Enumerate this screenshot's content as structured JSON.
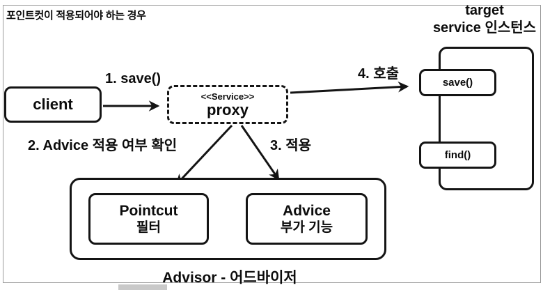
{
  "diagram": {
    "title": "포인트컷이 적용되어야 하는 경우",
    "target_label": {
      "line1": "target",
      "line2": "service 인스턴스"
    },
    "client": {
      "label": "client"
    },
    "proxy": {
      "stereotype": "<<Service>>",
      "name": "proxy"
    },
    "steps": {
      "step1": "1. save()",
      "step2": "2. Advice 적용 여부 확인",
      "step3": "3. 적용",
      "step4": "4. 호출"
    },
    "target_methods": {
      "save": "save()",
      "find": "find()"
    },
    "advisor": {
      "pointcut_title": "Pointcut",
      "pointcut_sub": "필터",
      "advice_title": "Advice",
      "advice_sub": "부가 기능",
      "caption": "Advisor - 어드바이저"
    },
    "colors": {
      "line": "#141414",
      "frame_border": "#9b9b9b",
      "background": "#ffffff",
      "handle": "#c9c9c9"
    }
  }
}
